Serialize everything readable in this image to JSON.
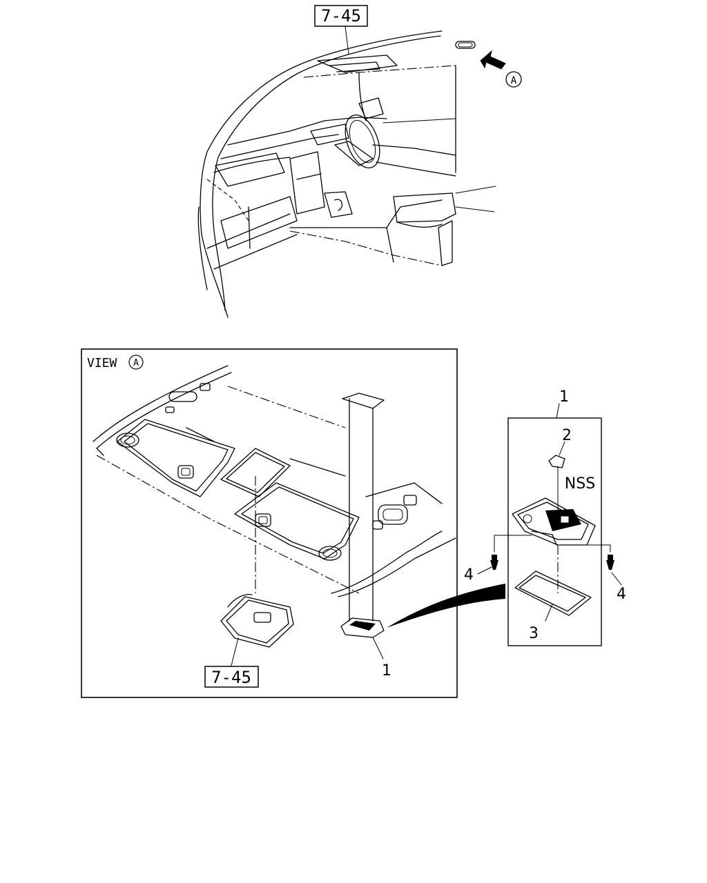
{
  "labels": {
    "ref_top": "7-45",
    "ref_bottom": "7-45",
    "view_marker": "A",
    "view_title": "VIEW",
    "view_title_marker": "A",
    "nss": "NSS",
    "callout_1_main": "1",
    "callout_1_detail": "1",
    "callout_2": "2",
    "callout_3": "3",
    "callout_4_left": "4",
    "callout_4_right": "4"
  }
}
